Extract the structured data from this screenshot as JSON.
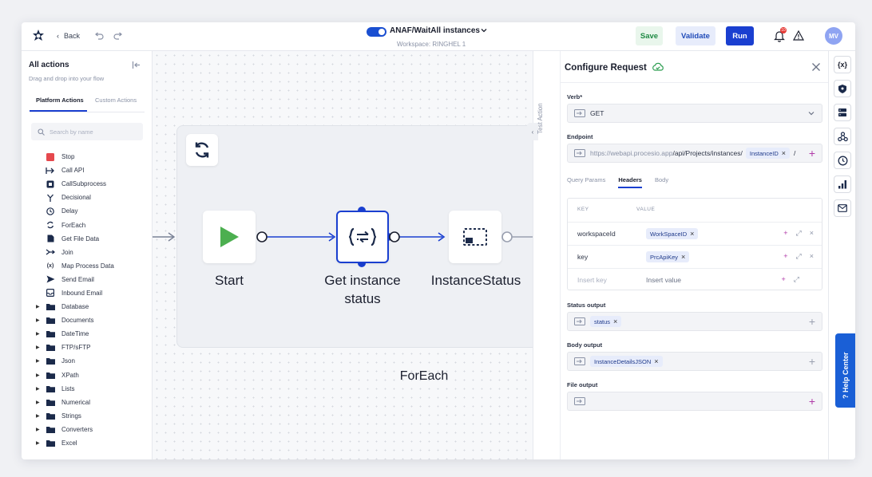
{
  "header": {
    "back_label": "Back",
    "flow_title": "ANAF/WaitAll instances",
    "workspace": "Workspace: RINGHEL 1",
    "save_label": "Save",
    "validate_label": "Validate",
    "run_label": "Run",
    "avatar_initials": "MV",
    "notification_count": "10"
  },
  "sidebar": {
    "title": "All actions",
    "subtitle": "Drag and drop into your flow",
    "tabs": [
      "Platform Actions",
      "Custom Actions"
    ],
    "search_placeholder": "Search by name",
    "items": [
      {
        "label": "Stop",
        "icon": "stop-icon"
      },
      {
        "label": "Call API",
        "icon": "call-api-icon"
      },
      {
        "label": "CallSubprocess",
        "icon": "subprocess-icon"
      },
      {
        "label": "Decisional",
        "icon": "branch-icon"
      },
      {
        "label": "Delay",
        "icon": "clock-icon"
      },
      {
        "label": "ForEach",
        "icon": "loop-icon"
      },
      {
        "label": "Get File Data",
        "icon": "file-icon"
      },
      {
        "label": "Join",
        "icon": "join-icon"
      },
      {
        "label": "Map Process Data",
        "icon": "variable-icon"
      },
      {
        "label": "Send Email",
        "icon": "send-icon"
      },
      {
        "label": "Inbound Email",
        "icon": "inbox-icon"
      }
    ],
    "folders": [
      "Database",
      "Documents",
      "DateTime",
      "FTP/sFTP",
      "Json",
      "XPath",
      "Lists",
      "Numerical",
      "Strings",
      "Converters",
      "Excel"
    ]
  },
  "canvas": {
    "nodes": {
      "start": "Start",
      "get_line1": "Get instance",
      "get_line2": "status",
      "status": "InstanceStatus"
    },
    "container_label": "ForEach"
  },
  "panel": {
    "test_action": "Test Action",
    "title": "Configure Request",
    "verb_label": "Verb*",
    "verb_value": "GET",
    "endpoint_label": "Endpoint",
    "endpoint_prefix": "https://webapi.procesio.app",
    "endpoint_path": "/api/Projects/instances/",
    "endpoint_chip": "InstanceID",
    "endpoint_suffix": "/",
    "tabs": [
      "Query Params",
      "Headers",
      "Body"
    ],
    "headers_table": {
      "col_key": "KEY",
      "col_value": "VALUE",
      "rows": [
        {
          "key": "workspaceId",
          "value": "WorkSpaceID"
        },
        {
          "key": "key",
          "value": "PrcApiKey"
        }
      ],
      "insert_key": "Insert key",
      "insert_value": "Insert value"
    },
    "status_output_label": "Status output",
    "status_output_chip": "status",
    "body_output_label": "Body output",
    "body_output_chip": "InstanceDetailsJSON",
    "file_output_label": "File output"
  },
  "rail": {
    "variables_label": "{x}",
    "help_label": "Help Center"
  },
  "colors": {
    "accent": "#1a3fd0",
    "save_green": "#1f8a44",
    "start_green": "#4caf50",
    "stop_red": "#e5484d",
    "plus_magenta": "#b03aa8"
  }
}
